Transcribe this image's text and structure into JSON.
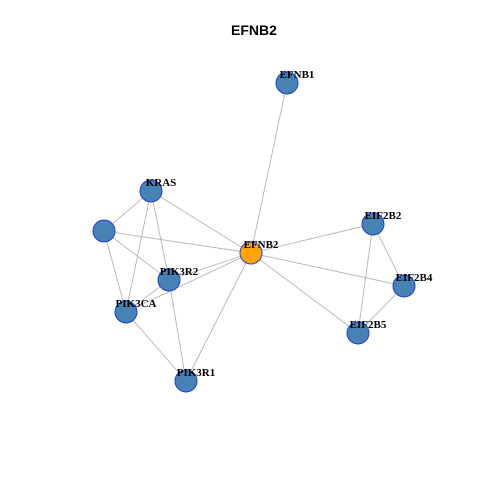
{
  "title": "EFNB2",
  "colors": {
    "node_fill": "#4682b4",
    "center_fill": "#ffa500",
    "node_stroke": "#1f3fd6",
    "edge": "#b5b5b5"
  },
  "nodes": [
    {
      "id": "EFNB1",
      "label": "EFNB1",
      "center": false
    },
    {
      "id": "KRAS",
      "label": "KRAS",
      "center": false
    },
    {
      "id": "UNLABELED",
      "label": "",
      "center": false
    },
    {
      "id": "EIF2B2",
      "label": "EIF2B2",
      "center": false
    },
    {
      "id": "EFNB2",
      "label": "EFNB2",
      "center": true
    },
    {
      "id": "PIK3R2",
      "label": "PIK3R2",
      "center": false
    },
    {
      "id": "EIF2B4",
      "label": "EIF2B4",
      "center": false
    },
    {
      "id": "PIK3CA",
      "label": "PIK3CA",
      "center": false
    },
    {
      "id": "EIF2B5",
      "label": "EIF2B5",
      "center": false
    },
    {
      "id": "PIK3R1",
      "label": "PIK3R1",
      "center": false
    }
  ],
  "edges": [
    [
      "EFNB2",
      "EFNB1"
    ],
    [
      "EFNB2",
      "KRAS"
    ],
    [
      "EFNB2",
      "UNLABELED"
    ],
    [
      "EFNB2",
      "PIK3R2"
    ],
    [
      "EFNB2",
      "PIK3CA"
    ],
    [
      "EFNB2",
      "PIK3R1"
    ],
    [
      "EFNB2",
      "EIF2B2"
    ],
    [
      "EFNB2",
      "EIF2B4"
    ],
    [
      "EFNB2",
      "EIF2B5"
    ],
    [
      "KRAS",
      "UNLABELED"
    ],
    [
      "KRAS",
      "PIK3R2"
    ],
    [
      "KRAS",
      "PIK3CA"
    ],
    [
      "UNLABELED",
      "PIK3R2"
    ],
    [
      "UNLABELED",
      "PIK3CA"
    ],
    [
      "PIK3R2",
      "PIK3CA"
    ],
    [
      "PIK3R2",
      "PIK3R1"
    ],
    [
      "PIK3CA",
      "PIK3R1"
    ],
    [
      "EIF2B2",
      "EIF2B4"
    ],
    [
      "EIF2B2",
      "EIF2B5"
    ],
    [
      "EIF2B4",
      "EIF2B5"
    ]
  ]
}
